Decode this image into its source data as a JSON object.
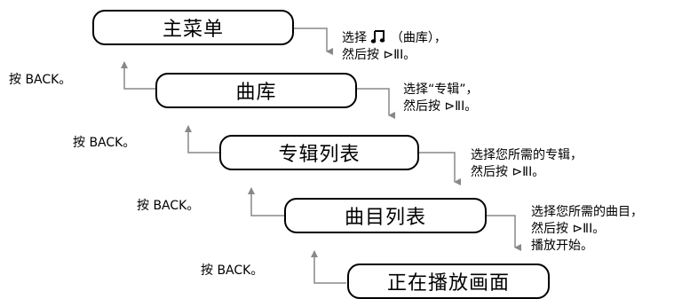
{
  "screens": [
    {
      "label": "主菜单"
    },
    {
      "label": "曲库"
    },
    {
      "label": "专辑列表"
    },
    {
      "label": "曲目列表"
    },
    {
      "label": "正在播放画面"
    }
  ],
  "instructions": [
    {
      "line1_a": "选择",
      "line1_b": "（曲库），",
      "line2": "然后按 ⊳ⅡⅠ。",
      "icon": "music-note-icon"
    },
    {
      "line1": "选择“专辑”，",
      "line2": "然后按 ⊳ⅡⅠ。"
    },
    {
      "line1": "选择您所需的专辑，",
      "line2": "然后按 ⊳ⅡⅠ。"
    },
    {
      "line1": "选择您所需的曲目，",
      "line2": "然后按 ⊳ⅡⅠ。",
      "line3": "播放开始。"
    }
  ],
  "back_labels": [
    "按 BACK。",
    "按 BACK。",
    "按 BACK。",
    "按 BACK。"
  ]
}
